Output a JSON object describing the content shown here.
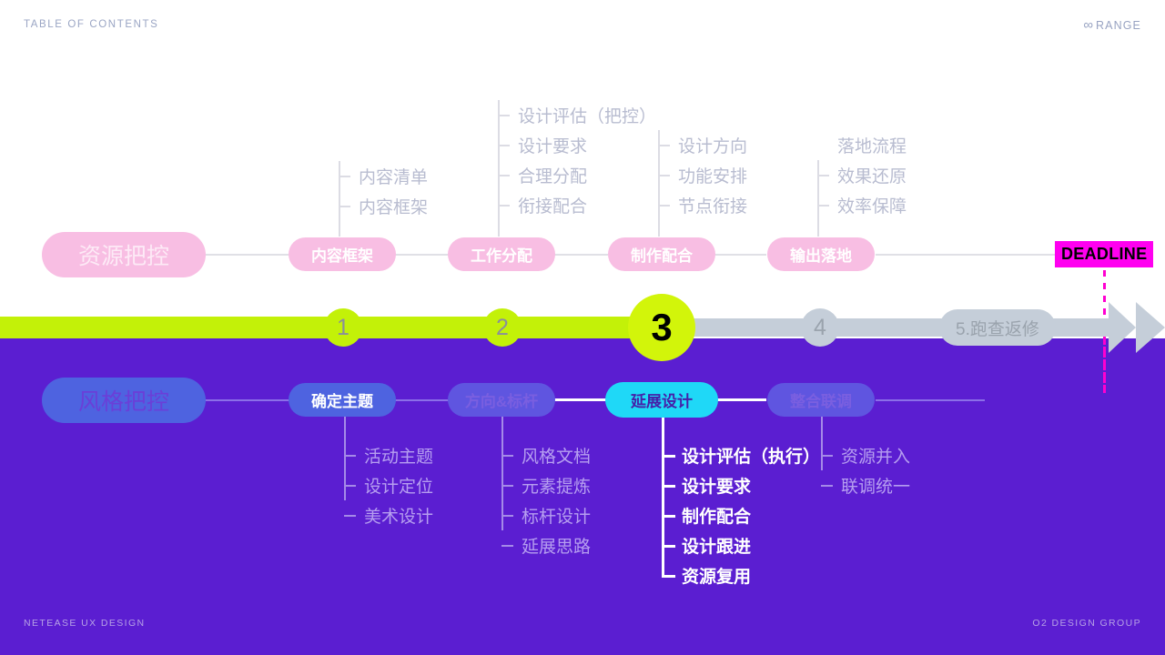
{
  "header": {
    "label": "TABLE OF CONTENTS",
    "logo_mark": "∞",
    "logo_text": "RANGE"
  },
  "footer": {
    "left": "NETEASE UX DESIGN",
    "right": "O2 DESIGN GROUP"
  },
  "deadline": {
    "label": "DEADLINE",
    "color": "#ff00f0"
  },
  "colors": {
    "purple_bg": "#5b1ed1",
    "lime": "#c3f108",
    "gray": "#c5ced9",
    "pink_pill": "#f8bee3",
    "blue_pill": "#4e63e0",
    "cyan_pill": "#1fd8f7",
    "magenta": "#ff00f0"
  },
  "timeline": {
    "steps": [
      {
        "id": "step-1",
        "label": "1",
        "state": "done"
      },
      {
        "id": "step-2",
        "label": "2",
        "state": "done"
      },
      {
        "id": "step-3",
        "label": "3",
        "state": "current"
      },
      {
        "id": "step-4",
        "label": "4",
        "state": "upcoming"
      },
      {
        "id": "step-5",
        "label": "5.跑查返修",
        "state": "upcoming"
      }
    ]
  },
  "top_track": {
    "title": "资源把控",
    "stages": [
      {
        "label": "内容框架",
        "items": [
          "内容清单",
          "内容框架"
        ]
      },
      {
        "label": "工作分配",
        "items": [
          "设计评估（把控）",
          "设计要求",
          "合理分配",
          "衔接配合"
        ]
      },
      {
        "label": "制作配合",
        "items": [
          "设计方向",
          "功能安排",
          "节点衔接"
        ]
      },
      {
        "label": "输出落地",
        "items": [
          "落地流程",
          "效果还原",
          "效率保障"
        ]
      }
    ]
  },
  "bottom_track": {
    "title": "风格把控",
    "stages": [
      {
        "label": "确定主题",
        "highlight": false,
        "items": [
          "活动主题",
          "设计定位",
          "美术设计"
        ]
      },
      {
        "label": "方向&标杆",
        "highlight": false,
        "items": [
          "风格文档",
          "元素提炼",
          "标杆设计",
          "延展思路"
        ]
      },
      {
        "label": "延展设计",
        "highlight": true,
        "items": [
          "设计评估（执行）",
          "设计要求",
          "制作配合",
          "设计跟进",
          "资源复用"
        ]
      },
      {
        "label": "整合联调",
        "highlight": false,
        "items": [
          "资源并入",
          "联调统一"
        ]
      }
    ]
  }
}
